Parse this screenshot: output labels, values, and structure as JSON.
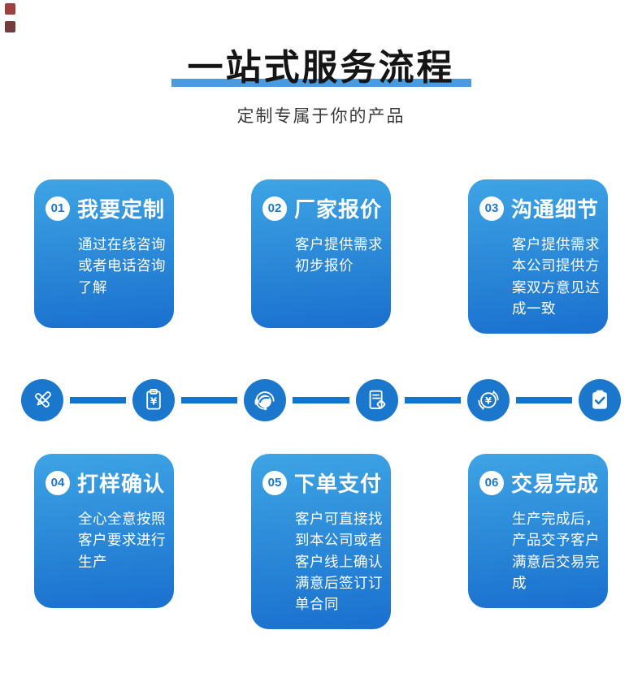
{
  "header": {
    "title": "一站式服务流程",
    "subtitle": "定制专属于你的产品"
  },
  "colors": {
    "accent_bar": "#4a9ade",
    "card_top": "#3ea4e4",
    "card_bottom": "#1a70ce",
    "icon_circle": "#1b77cc",
    "connector_line": "#1374cc"
  },
  "steps": [
    {
      "number": "01",
      "title": "我要定制",
      "description": "通过在线咨询或者电话咨询了解",
      "icon": "pen-ruler-icon"
    },
    {
      "number": "02",
      "title": "厂家报价",
      "description": "客户提供需求初步报价",
      "icon": "invoice-yen-icon"
    },
    {
      "number": "03",
      "title": "沟通细节",
      "description": "客户提供需求本公司提供方案双方意见达成一致",
      "icon": "customer-service-icon"
    },
    {
      "number": "04",
      "title": "打样确认",
      "description": "全心全意按照客户要求进行生产",
      "icon": "document-tag-icon"
    },
    {
      "number": "05",
      "title": "下单支付",
      "description": "客户可直接找到本公司或者客户线上确认满意后签订订单合同",
      "icon": "currency-cycle-icon"
    },
    {
      "number": "06",
      "title": "交易完成",
      "description": "生产完成后，产品交予客户满意后交易完成",
      "icon": "clipboard-check-icon"
    }
  ],
  "icon_symbols": {
    "yen": "¥"
  }
}
